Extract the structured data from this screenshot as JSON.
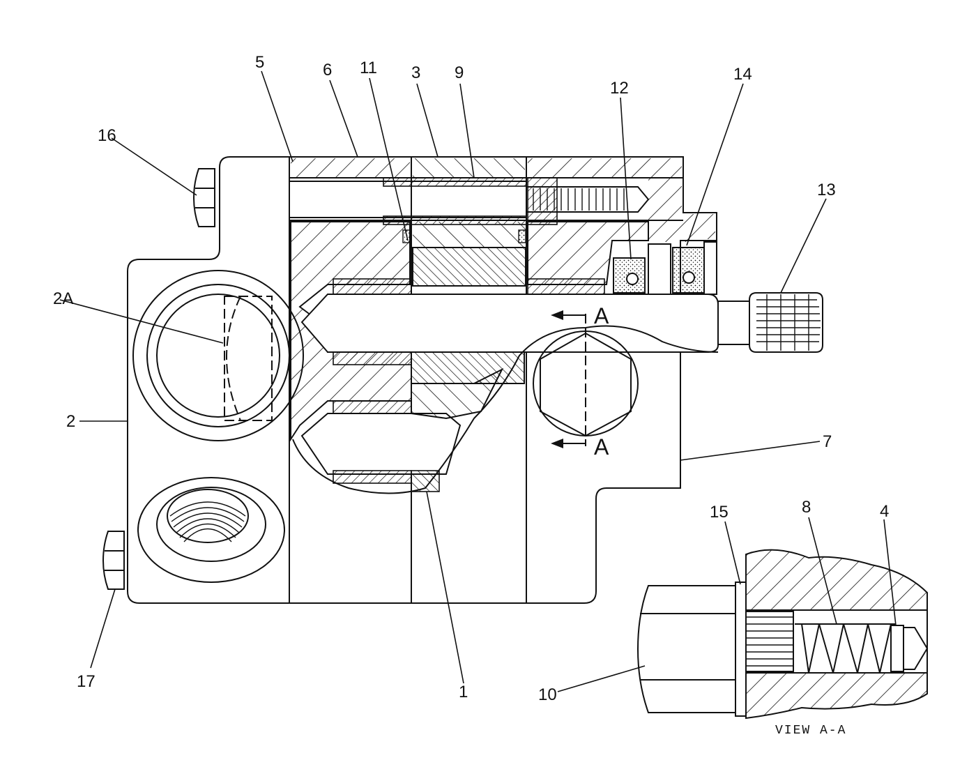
{
  "callouts": {
    "c1": "1",
    "c2": "2",
    "c2a": "2A",
    "c3": "3",
    "c4": "4",
    "c5": "5",
    "c6": "6",
    "c7": "7",
    "c8": "8",
    "c9": "9",
    "c10": "10",
    "c11": "11",
    "c12": "12",
    "c13": "13",
    "c14": "14",
    "c15": "15",
    "c16": "16",
    "c17": "17"
  },
  "section": {
    "top_letter": "A",
    "bottom_letter": "A"
  },
  "view_caption": "VIEW A-A"
}
